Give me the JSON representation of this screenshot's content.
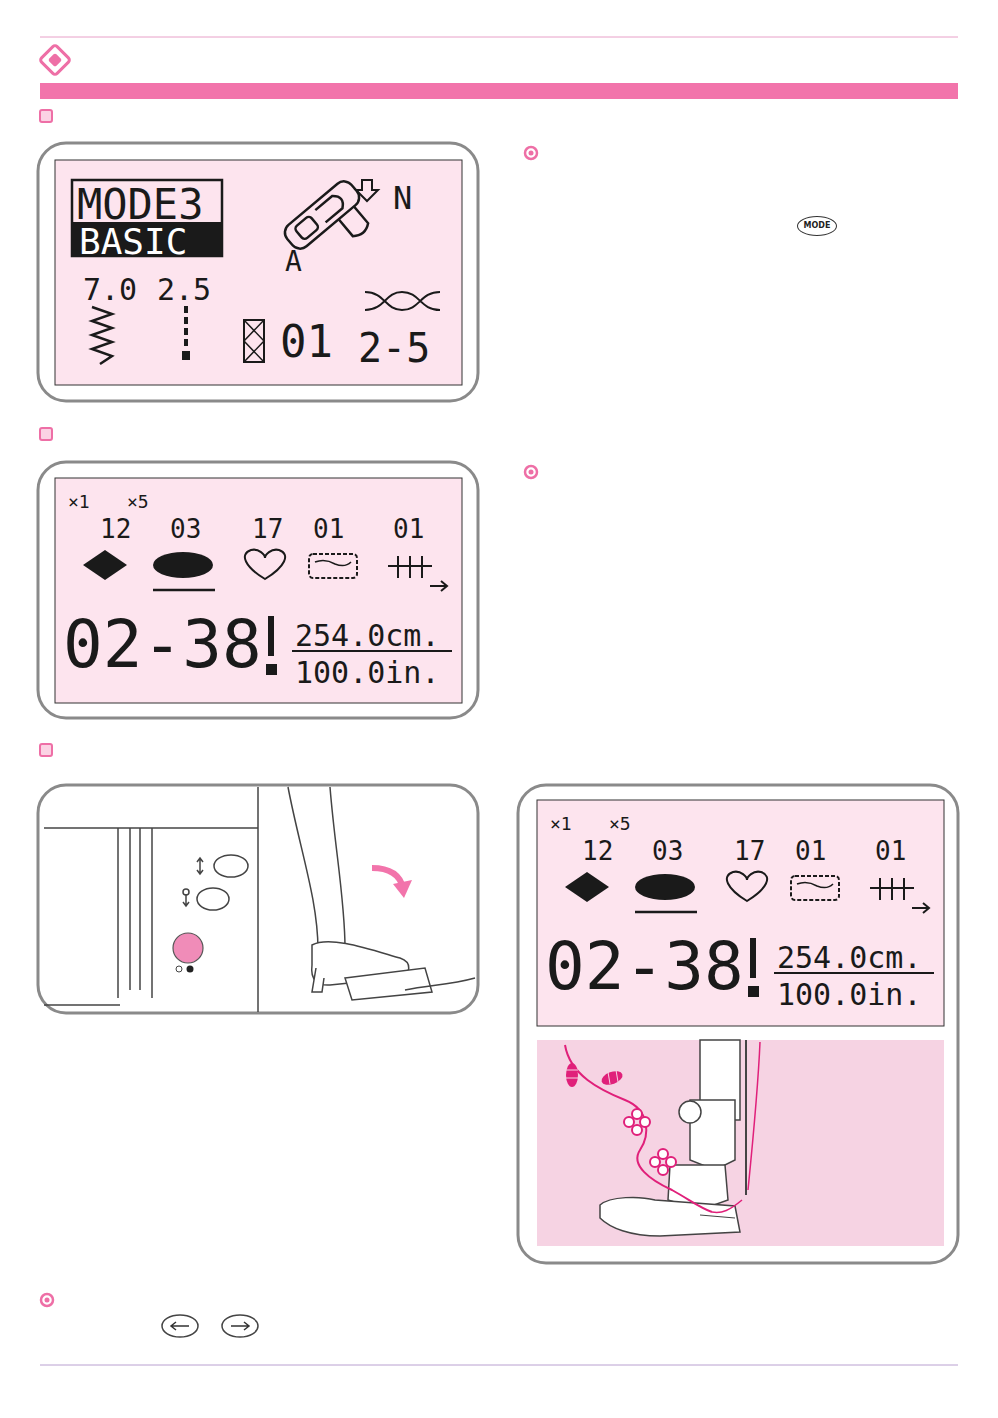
{
  "diagram": {
    "nodes": [
      {
        "text": [
          "MODE3",
          "BASIC",
          "N",
          "A",
          "7.0",
          "2.5",
          "01",
          "2-5"
        ]
      },
      {
        "text": [
          "MODE"
        ]
      },
      {
        "text": [
          "×1",
          "12",
          "×5",
          "03",
          "17",
          "01",
          "01",
          "02-38",
          "254.0cm.",
          "100.0in."
        ]
      },
      {
        "text": [
          "×1",
          "12",
          "×5",
          "03",
          "17",
          "01",
          "01",
          "02-38",
          "254.0cm.",
          "100.0in."
        ]
      }
    ]
  }
}
